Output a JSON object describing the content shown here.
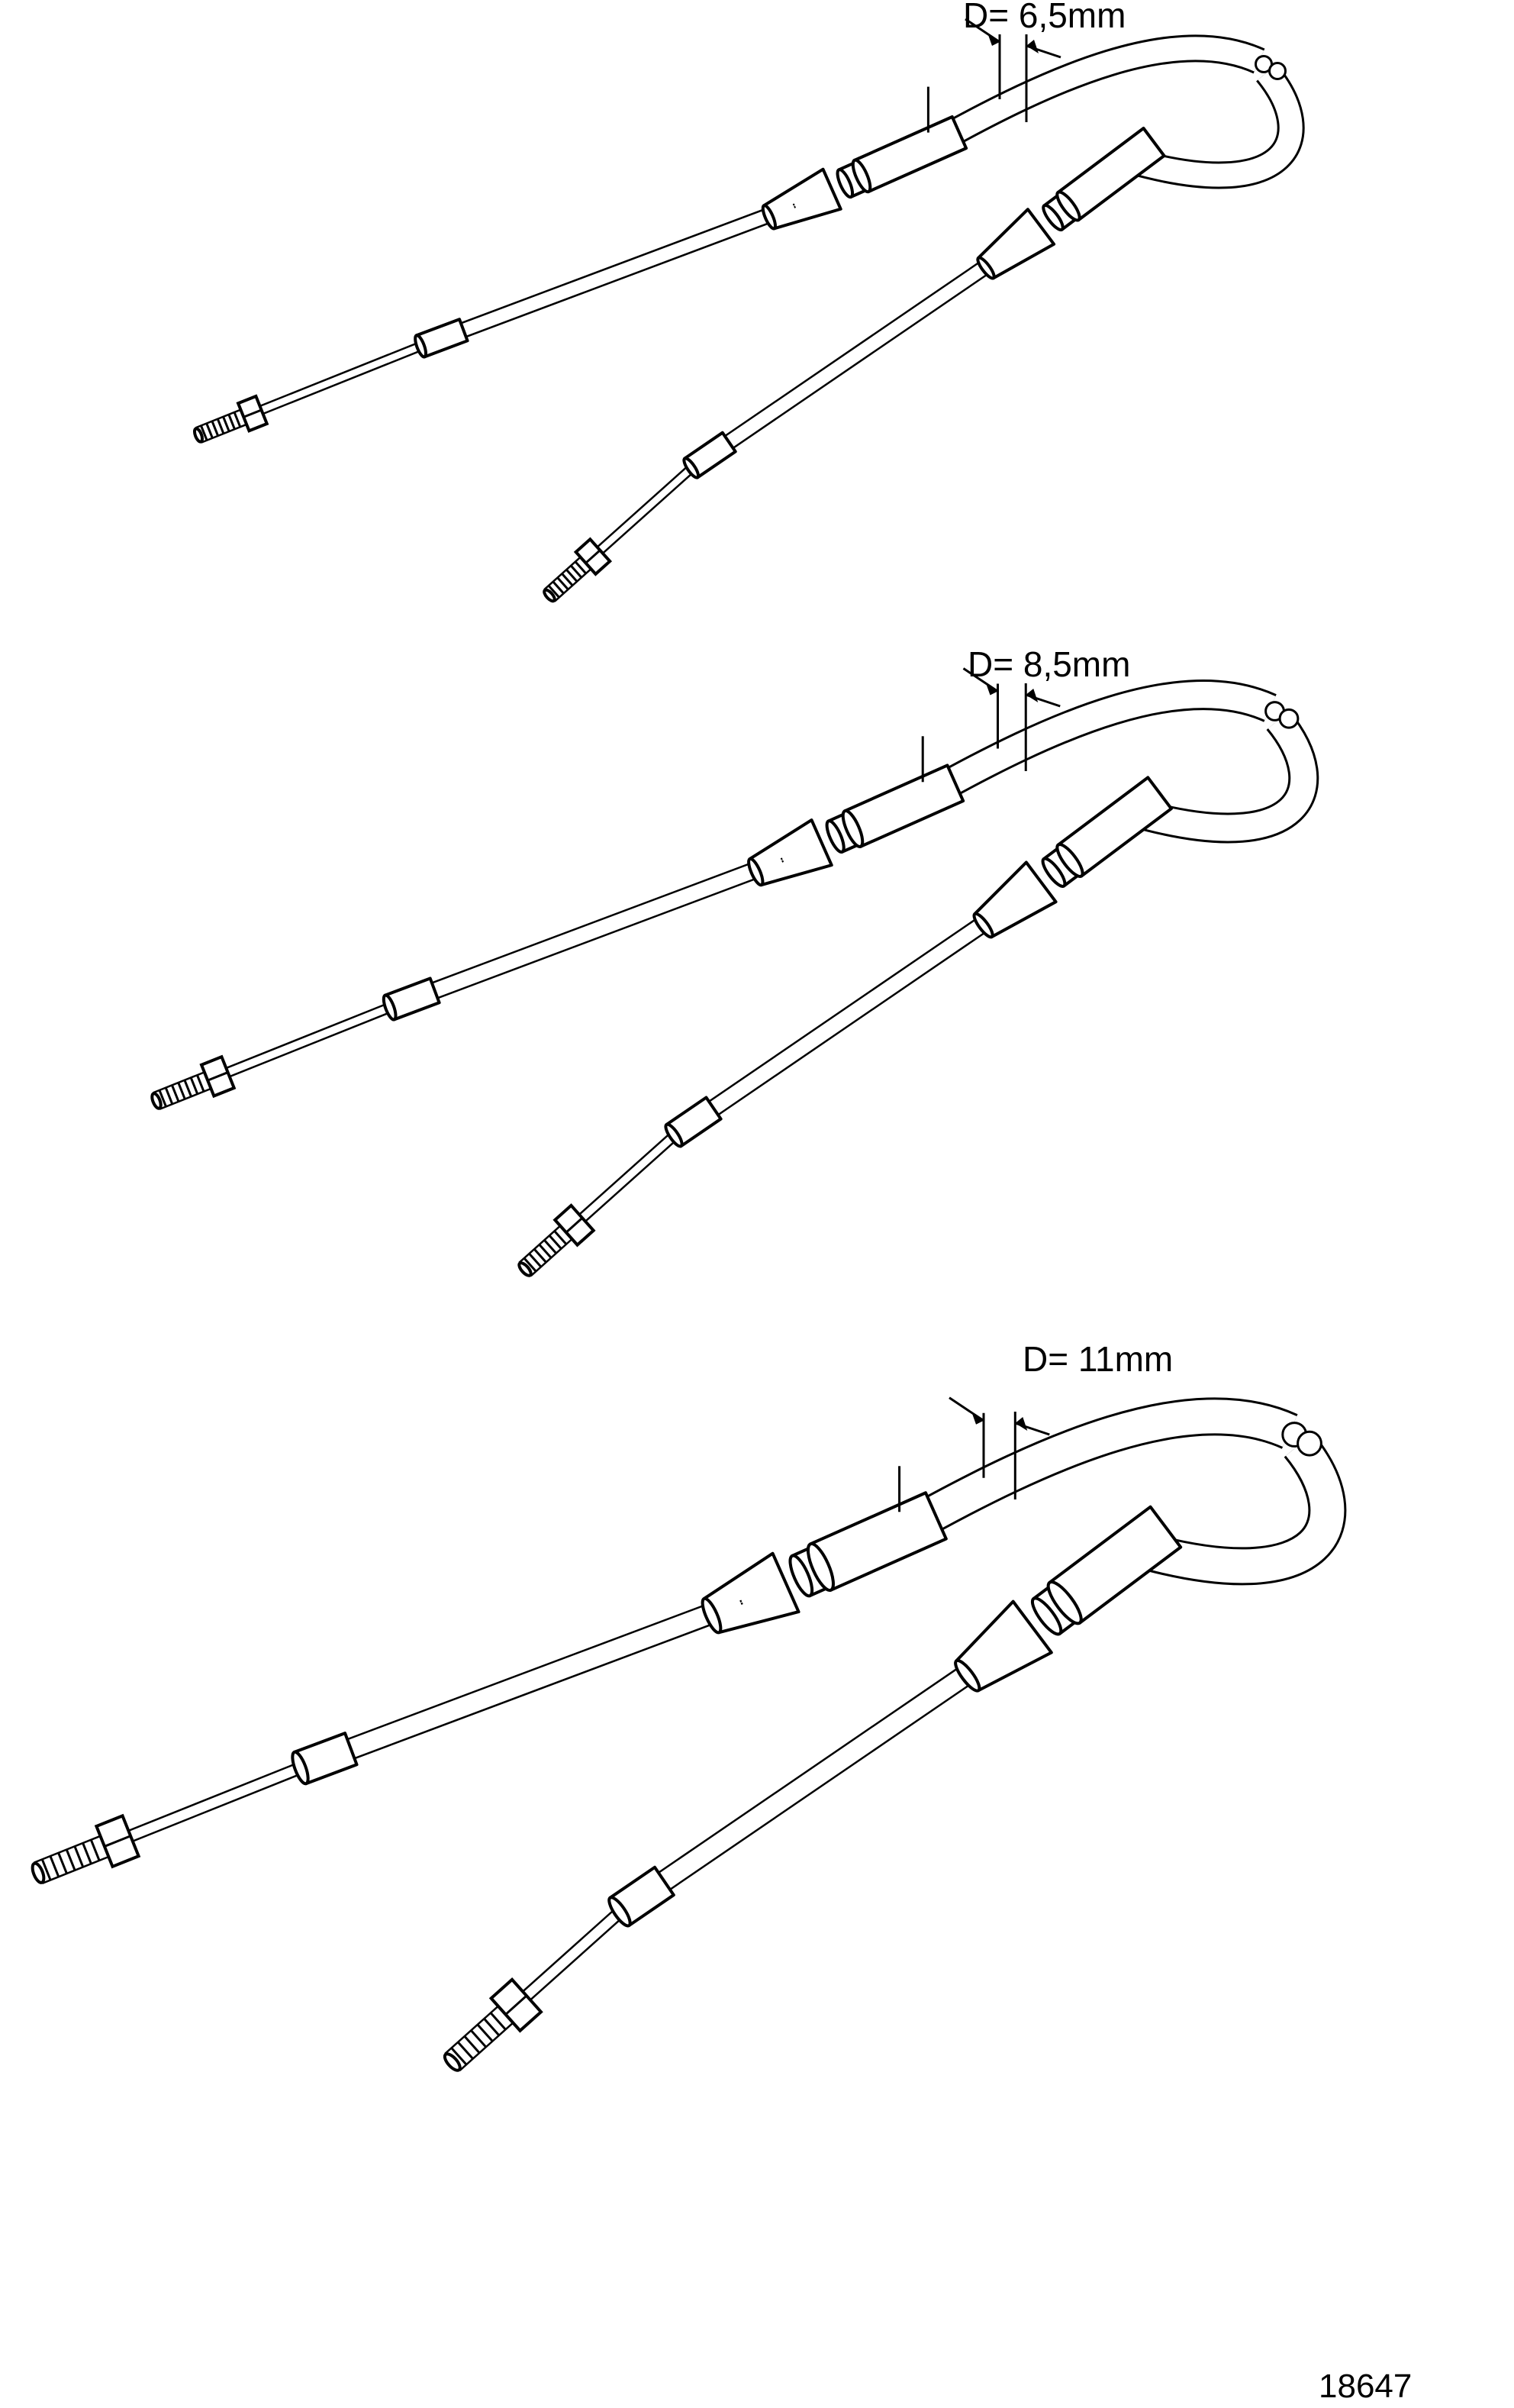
{
  "figure": {
    "cables": [
      {
        "label": "D= 6,5mm"
      },
      {
        "label": "D= 8,5mm"
      },
      {
        "label": "D= 11mm"
      }
    ],
    "figure_number": "18647"
  },
  "colors": {
    "line": "#000000",
    "background": "#ffffff"
  }
}
